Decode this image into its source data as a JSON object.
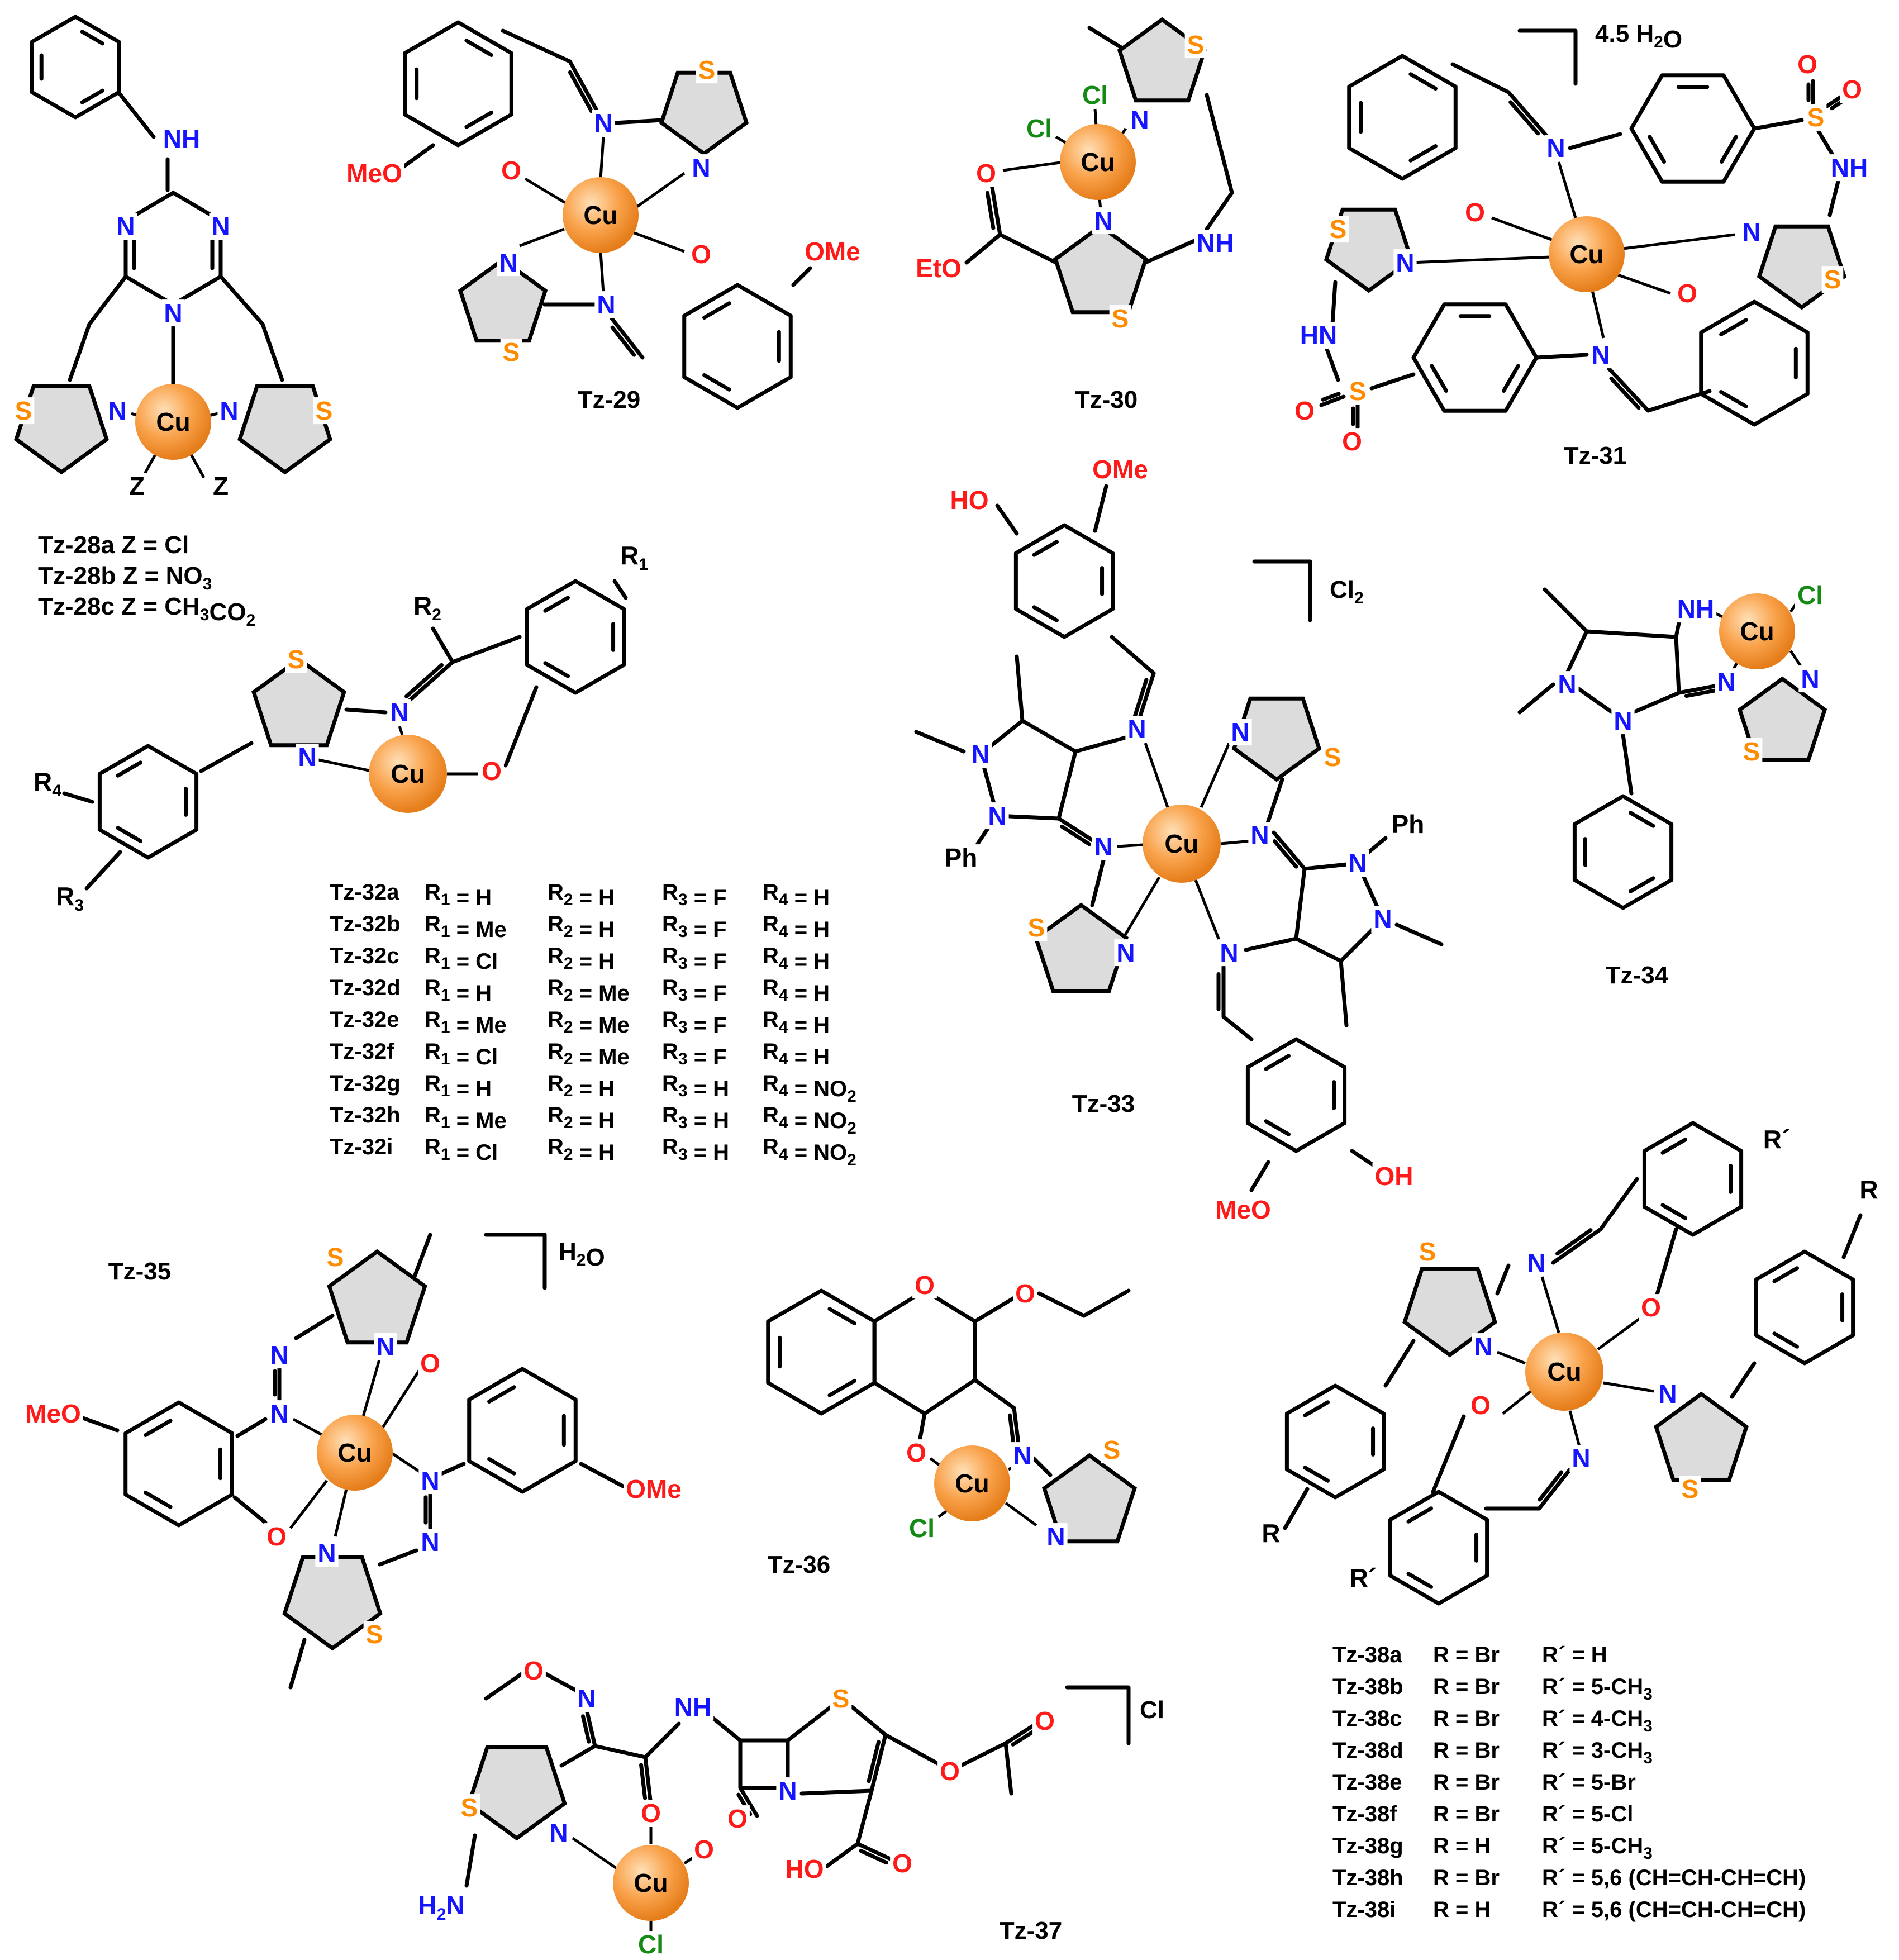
{
  "colors": {
    "nitrogen": "#1515ff",
    "oxygen": "#ff1a1a",
    "sulfur": "#ff8c00",
    "chlorine": "#138a13",
    "copper_ball": "#f59a3a",
    "bond": "#000000",
    "thiazole_fill": "#dcdcdc"
  },
  "atoms": {
    "cu": "Cu",
    "n": "N",
    "o": "O",
    "s": "S",
    "cl": "Cl",
    "nh": "NH",
    "hn": "HN",
    "h": "H",
    "z": "Z",
    "meo": "MeO",
    "ome": "OMe",
    "eto": "EtO",
    "ph": "Ph",
    "ho": "HO",
    "oh": "OH",
    "h2n": "H2N"
  },
  "substituents": {
    "r1": "R1",
    "r2": "R2",
    "r3": "R3",
    "r4": "R4",
    "r": "R",
    "rprime": "R´"
  },
  "labels": {
    "tz29": "Tz-29",
    "tz30": "Tz-30",
    "tz31": "Tz-31",
    "tz33": "Tz-33",
    "tz34": "Tz-34",
    "tz35": "Tz-35",
    "tz36": "Tz-36",
    "tz37": "Tz-37"
  },
  "counterions": {
    "tz31": "4.5 H2O",
    "tz33": "Cl2",
    "tz35": "H2O",
    "tz37": "Cl"
  },
  "tz28_rows": [
    "Tz-28a Z = Cl",
    "Tz-28b Z = NO3",
    "Tz-28c Z = CH3CO2"
  ],
  "tz32_rows": [
    [
      "Tz-32a",
      "R1 = H",
      "R2 = H",
      "R3 = F",
      "R4 = H"
    ],
    [
      "Tz-32b",
      "R1 = Me",
      "R2 = H",
      "R3 = F",
      "R4 = H"
    ],
    [
      "Tz-32c",
      "R1 = Cl",
      "R2 = H",
      "R3 = F",
      "R4 = H"
    ],
    [
      "Tz-32d",
      "R1 = H",
      "R2 = Me",
      "R3 = F",
      "R4 = H"
    ],
    [
      "Tz-32e",
      "R1 = Me",
      "R2 = Me",
      "R3 = F",
      "R4 = H"
    ],
    [
      "Tz-32f",
      "R1 = Cl",
      "R2 = Me",
      "R3 = F",
      "R4 = H"
    ],
    [
      "Tz-32g",
      "R1 = H",
      "R2 = H",
      "R3 = H",
      "R4 = NO2"
    ],
    [
      "Tz-32h",
      "R1 = Me",
      "R2 = H",
      "R3 = H",
      "R4 = NO2"
    ],
    [
      "Tz-32i",
      "R1 = Cl",
      "R2 = H",
      "R3 = H",
      "R4 = NO2"
    ]
  ],
  "tz38_rows": [
    [
      "Tz-38a",
      "R = Br",
      "R´ = H"
    ],
    [
      "Tz-38b",
      "R = Br",
      "R´ = 5-CH3"
    ],
    [
      "Tz-38c",
      "R = Br",
      "R´ = 4-CH3"
    ],
    [
      "Tz-38d",
      "R = Br",
      "R´ = 3-CH3"
    ],
    [
      "Tz-38e",
      "R = Br",
      "R´ = 5-Br"
    ],
    [
      "Tz-38f",
      "R = Br",
      "R´ = 5-Cl"
    ],
    [
      "Tz-38g",
      "R = H",
      "R´ = 5-CH3"
    ],
    [
      "Tz-38h",
      "R = Br",
      "R´ = 5,6 (CH=CH-CH=CH)"
    ],
    [
      "Tz-38i",
      "R = H",
      "R´ = 5,6 (CH=CH-CH=CH)"
    ]
  ]
}
